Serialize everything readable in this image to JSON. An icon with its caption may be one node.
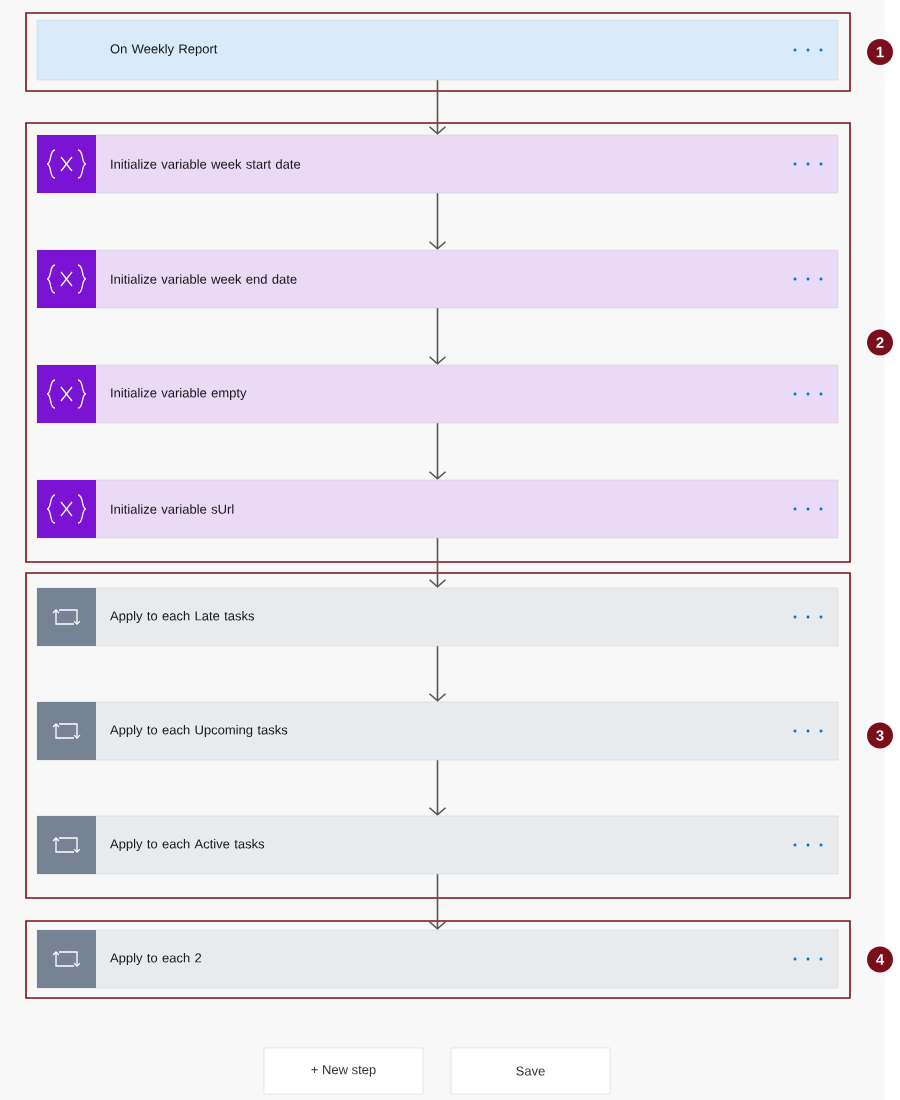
{
  "diagram": {
    "nodes": [
      {
        "text": [],
        "shape": "box",
        "beside": [
          "1"
        ]
      },
      {
        "text": [
          "On Weekly Report"
        ],
        "in": 0
      },
      {
        "text": [],
        "shape": "box",
        "beside": [
          "2"
        ]
      },
      {
        "text": [
          "Initialize variable week start date"
        ],
        "in": 2
      },
      {
        "text": [
          "Initialize variable week end date"
        ],
        "in": 2
      },
      {
        "text": [
          "Initialize variable empty"
        ],
        "in": 2
      },
      {
        "text": [
          "Initialize variable sUrl"
        ],
        "in": 2
      },
      {
        "text": [],
        "shape": "box",
        "beside": [
          "3"
        ]
      },
      {
        "text": [
          "Apply to each Late tasks"
        ],
        "in": 7
      },
      {
        "text": [
          "Apply to each Upcoming tasks"
        ],
        "in": 7
      },
      {
        "text": [
          "Apply to each Active tasks"
        ],
        "in": 7
      },
      {
        "text": [],
        "shape": "box",
        "beside": [
          "4"
        ]
      },
      {
        "text": [
          "Apply to each 2"
        ],
        "in": 11
      },
      {
        "text": [
          "+ New step"
        ]
      },
      {
        "text": [
          "Save"
        ]
      }
    ],
    "edges": [
      {
        "from": 1,
        "to": 3,
        "arrow": "to"
      },
      {
        "from": 3,
        "to": 4,
        "arrow": "to"
      },
      {
        "from": 4,
        "to": 5,
        "arrow": "to"
      },
      {
        "from": 5,
        "to": 6,
        "arrow": "to"
      },
      {
        "from": 6,
        "to": 8,
        "arrow": "to"
      },
      {
        "from": 8,
        "to": 9,
        "arrow": "to"
      },
      {
        "from": 9,
        "to": 10,
        "arrow": "to"
      },
      {
        "from": 10,
        "to": 12,
        "arrow": "to"
      }
    ]
  }
}
